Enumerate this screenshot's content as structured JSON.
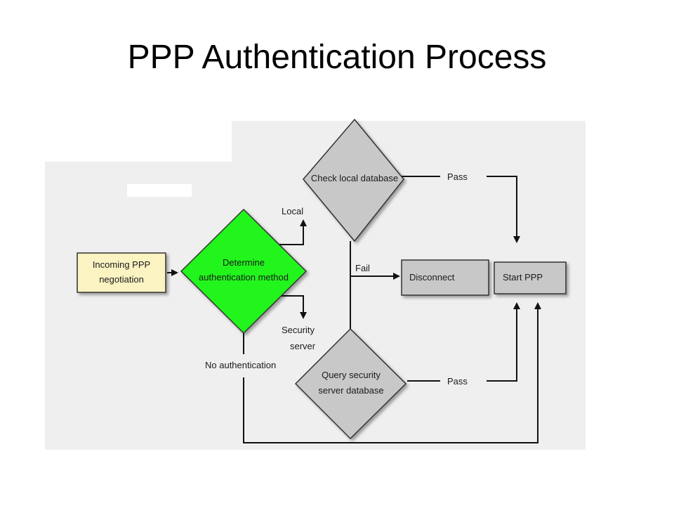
{
  "title": "PPP Authentication Process",
  "nodes": {
    "incoming": {
      "line1": "Incoming PPP",
      "line2": "negotiation",
      "fill": "#fbf3c2"
    },
    "determine": {
      "line1": "Determine",
      "line2": "authentication method",
      "fill": "#22f51a"
    },
    "check_local": {
      "line1": "Check local database",
      "fill": "#c8c8c8"
    },
    "query_security": {
      "line1": "Query security",
      "line2": "server database",
      "fill": "#c8c8c8"
    },
    "disconnect": {
      "line1": "Disconnect",
      "fill": "#c8c8c8"
    },
    "start_ppp": {
      "line1": "Start PPP",
      "fill": "#c8c8c8"
    }
  },
  "edges": {
    "local": "Local",
    "security_line1": "Security",
    "security_line2": "server",
    "no_auth": "No authentication",
    "fail": "Fail",
    "pass_top": "Pass",
    "pass_bottom": "Pass"
  }
}
